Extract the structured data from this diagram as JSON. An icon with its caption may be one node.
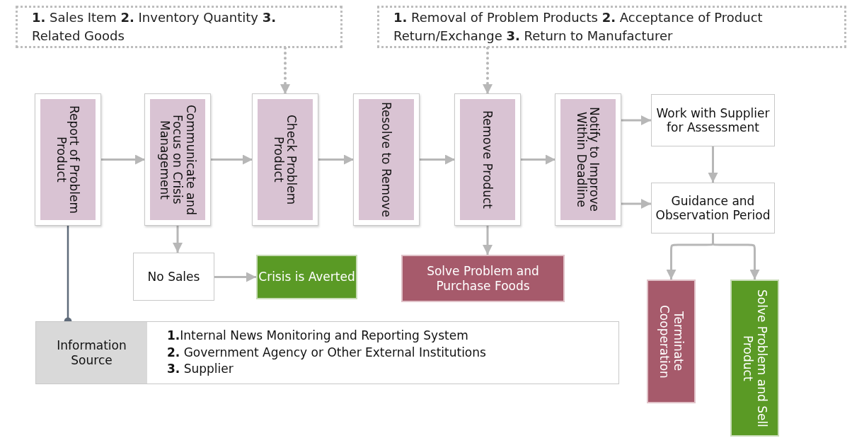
{
  "diagram": {
    "nodes": [
      {
        "text": [
          "**1.** Sales Item **2.** Inventory Quantity **3.** Related Goods"
        ]
      },
      {
        "text": [
          "**1.** Removal of Problem Products **2.** Acceptance of Product Return/Exchange **3.** Return to Manufacturer"
        ]
      },
      {
        "text": [
          "Report of Problem Product"
        ]
      },
      {
        "text": [
          "Communicate and Focus on Crisis Management"
        ]
      },
      {
        "text": [
          "Check Problem Product"
        ]
      },
      {
        "text": [
          "Resolve to Remove"
        ]
      },
      {
        "text": [
          "Remove Product"
        ]
      },
      {
        "text": [
          "Notify to Improve Within Deadline"
        ]
      },
      {
        "text": [
          "Work with Supplier for Assessment"
        ]
      },
      {
        "text": [
          "Guidance and Observation Period"
        ]
      },
      {
        "text": [
          "No Sales"
        ]
      },
      {
        "text": [
          "Crisis is Averted"
        ]
      },
      {
        "text": [
          "Solve Problem and Purchase Foods"
        ]
      },
      {
        "text": [
          "Terminate Cooperation"
        ]
      },
      {
        "text": [
          "Solve Problem and Sell Product"
        ]
      },
      {
        "text": [
          "Information Source",
          "**1.**Internal News Monitoring and Reporting System",
          "**2.** Government Agency or Other External Institutions",
          "**3.** Supplier"
        ]
      }
    ],
    "edges": [
      {
        "from": 0,
        "to": 4,
        "arrow": "to",
        "style": "dashed"
      },
      {
        "from": 1,
        "to": 6,
        "arrow": "to",
        "style": "dashed"
      },
      {
        "from": 2,
        "to": 3,
        "arrow": "to"
      },
      {
        "from": 3,
        "to": 4,
        "arrow": "to"
      },
      {
        "from": 4,
        "to": 5,
        "arrow": "to"
      },
      {
        "from": 5,
        "to": 6,
        "arrow": "to"
      },
      {
        "from": 6,
        "to": 7,
        "arrow": "to"
      },
      {
        "from": 7,
        "to": 8,
        "arrow": "to"
      },
      {
        "from": 7,
        "to": 9,
        "arrow": "to"
      },
      {
        "from": 8,
        "to": 9,
        "arrow": "to"
      },
      {
        "from": 3,
        "to": 10,
        "arrow": "to"
      },
      {
        "from": 10,
        "to": 11,
        "arrow": "to"
      },
      {
        "from": 6,
        "to": 12,
        "arrow": "to"
      },
      {
        "from": 9,
        "to": 13,
        "arrow": "to"
      },
      {
        "from": 9,
        "to": 14,
        "arrow": "to"
      },
      {
        "from": 2,
        "to": 15,
        "arrow": "other",
        "color": "#5f6b7a"
      }
    ]
  }
}
